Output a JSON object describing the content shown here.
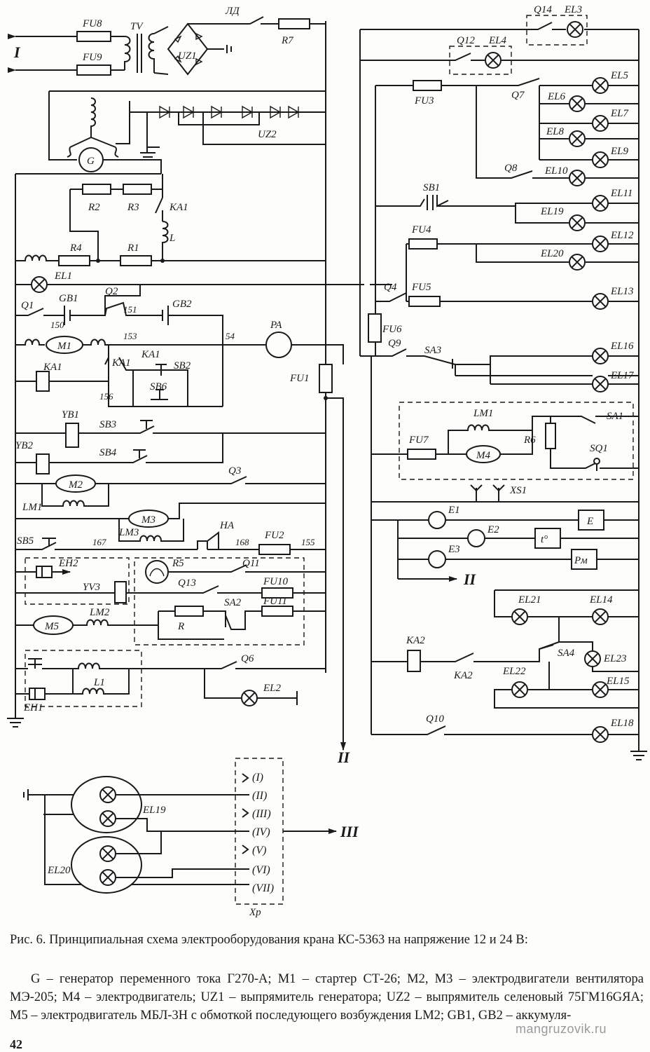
{
  "figure": {
    "caption_title": "Рис. 6. Принципиальная схема электрооборудования крана КС-5363 на напряжение 12 и 24 В:",
    "caption_body": "G – генератор переменного тока Г270-А; M1 – стартер СТ-26; M2, M3 – электродвигатели вентилятора МЭ-205; M4 – электродвигатель; UZ1 – выпрямитель генератора; UZ2 – выпрямитель селеновый 75ГМ16GЯА; M5 – электродвигатель МБЛ-3Н с обмоткой последующего возбуждения LM2; GB1, GB2 – аккумуля-",
    "page_number": "42",
    "watermark": "mangruzovik.ru"
  },
  "labels": {
    "out1": "I",
    "out2": "II",
    "out3": "III",
    "FU8": "FU8",
    "FU9": "FU9",
    "TV": "TV",
    "LD": "ЛД",
    "R7": "R7",
    "UZ1": "UZ1",
    "UZ2": "UZ2",
    "G": "G",
    "R2": "R2",
    "R3": "R3",
    "KA1": "KA1",
    "L": "L",
    "R4": "R4",
    "R1": "R1",
    "EL1": "EL1",
    "GB1": "GB1",
    "Q1": "Q1",
    "Q2": "Q2",
    "n151": "151",
    "GB2": "GB2",
    "n150": "150",
    "M1": "M1",
    "n153": "153",
    "n54": "54",
    "PA": "PA",
    "KA1b": "KA1",
    "KA1c": "KA1",
    "KA1d": "KA1",
    "SB2": "SB2",
    "SB6": "SB6",
    "n156": "156",
    "FU1": "FU1",
    "YB1": "YB1",
    "SB3": "SB3",
    "YB2": "YB2",
    "SB4": "SB4",
    "M2": "M2",
    "Q3": "Q3",
    "LM1": "LM1",
    "M3": "M3",
    "LM3": "LM3",
    "SB5": "SB5",
    "n167": "167",
    "HA": "HA",
    "n168": "168",
    "FU2": "FU2",
    "n155": "155",
    "EH2": "EH2",
    "R5": "R5",
    "Q11": "Q11",
    "YV3": "YV3",
    "Q13": "Q13",
    "FU10": "FU10",
    "M5": "M5",
    "LM2": "LM2",
    "R": "R",
    "SA2": "SA2",
    "FU11": "FU11",
    "L1": "L1",
    "Q6": "Q6",
    "EL2": "EL2",
    "EH1": "EH1",
    "Q14": "Q14",
    "EL3": "EL3",
    "Q12": "Q12",
    "EL4": "EL4",
    "FU3": "FU3",
    "Q7": "Q7",
    "EL5": "EL5",
    "EL6": "EL6",
    "EL7": "EL7",
    "EL8": "EL8",
    "EL9": "EL9",
    "Q8": "Q8",
    "EL10": "EL10",
    "SB1": "SB1",
    "EL11": "EL11",
    "EL19": "EL19",
    "FU4": "FU4",
    "EL12": "EL12",
    "EL20": "EL20",
    "Q4": "Q4",
    "FU5": "FU5",
    "EL13": "EL13",
    "FU6": "FU6",
    "Q9": "Q9",
    "SA3": "SA3",
    "EL16": "EL16",
    "EL17": "EL17",
    "LM1b": "LM1",
    "FU7": "FU7",
    "R6": "R6",
    "SA1": "SA1",
    "M4": "M4",
    "SQ1": "SQ1",
    "XS1": "XS1",
    "E1": "E1",
    "E2": "E2",
    "E3": "E3",
    "Ebox": "E",
    "tbox": "t°",
    "Pbox": "Pм",
    "EL21": "EL21",
    "EL14": "EL14",
    "KA2": "KA2",
    "KA2b": "KA2",
    "SA4": "SA4",
    "EL23": "EL23",
    "EL22": "EL22",
    "EL15": "EL15",
    "Q10": "Q10",
    "EL18": "EL18",
    "EL19b": "EL19",
    "EL20b": "EL20",
    "Xp": "Xp",
    "pin1": "(I)",
    "pin2": "(II)",
    "pin3": "(III)",
    "pin4": "(IV)",
    "pin5": "(V)",
    "pin6": "(VI)",
    "pin7": "(VII)"
  }
}
